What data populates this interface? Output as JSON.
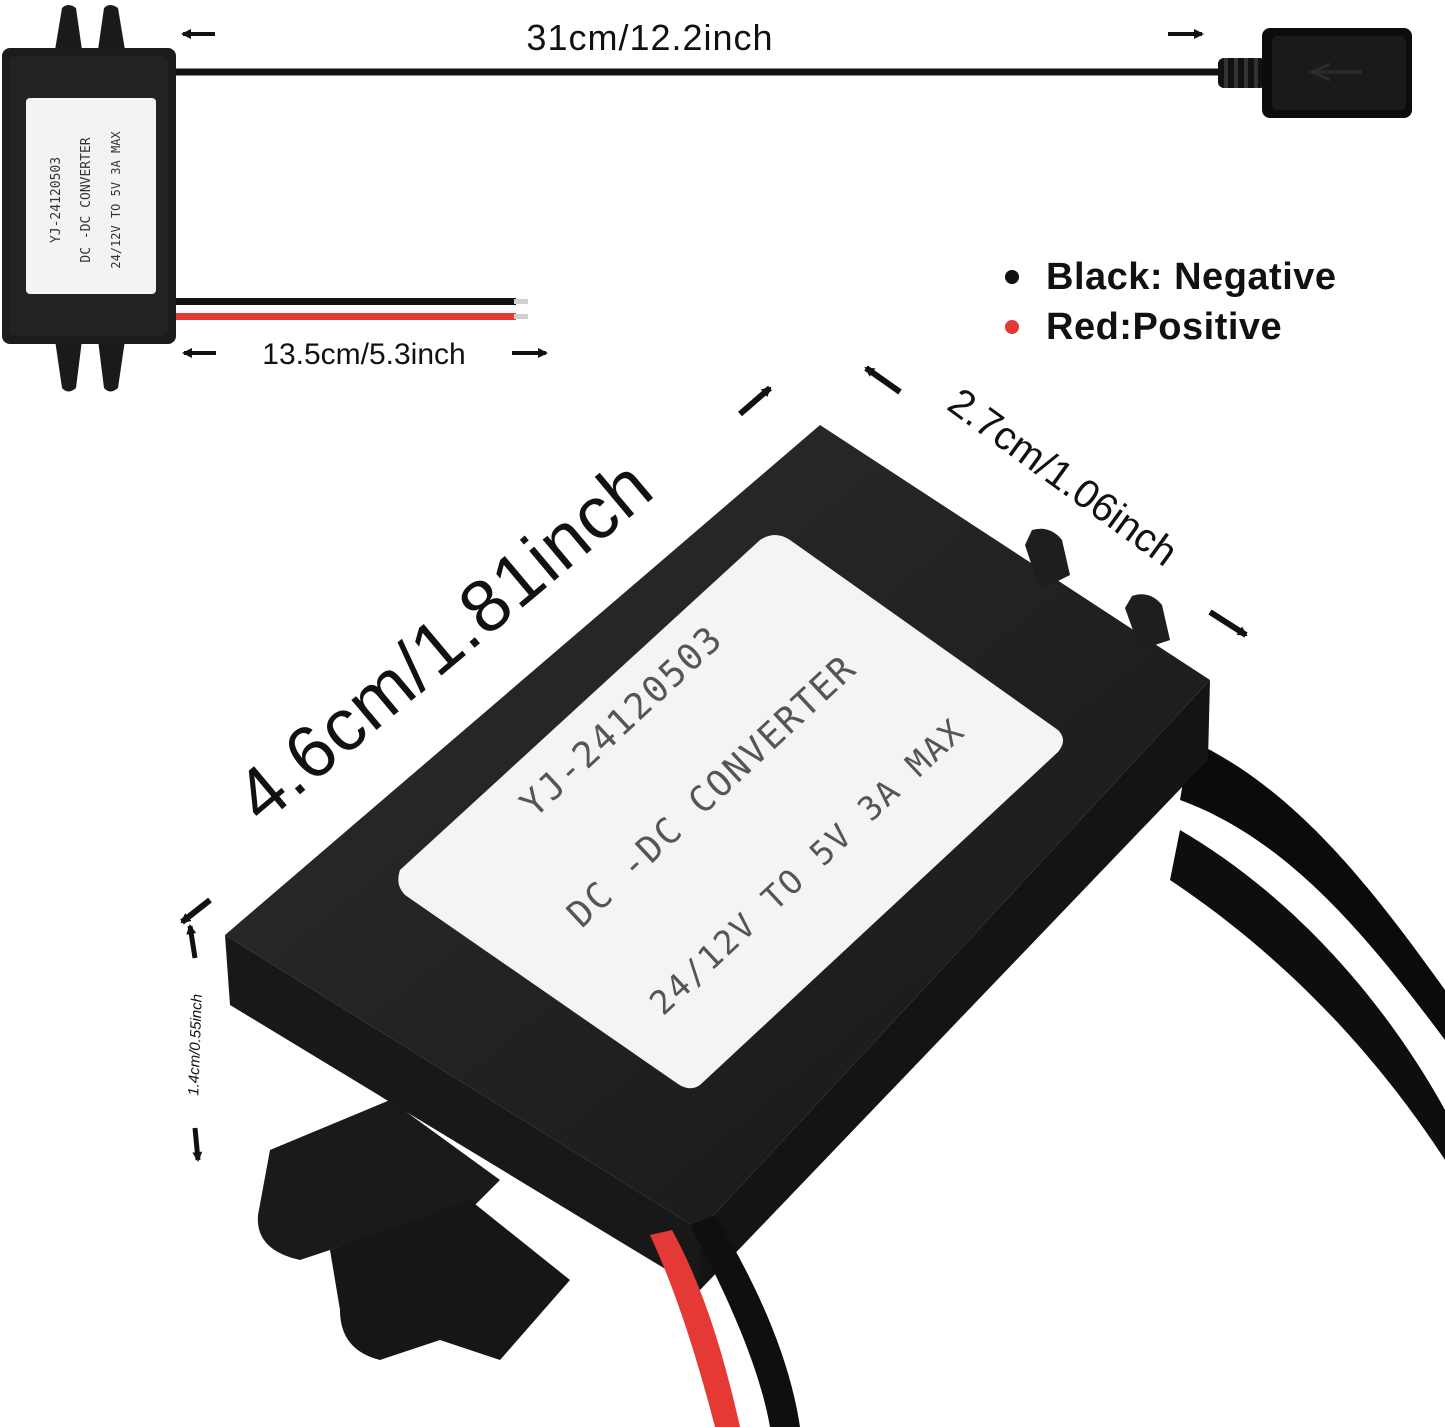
{
  "dimensions": {
    "cable_length": "31cm/12.2inch",
    "wire_length": "13.5cm/5.3inch",
    "module_length": "4.6cm/1.81inch",
    "module_width": "2.7cm/1.06inch",
    "module_height": "1.4cm/0.55inch"
  },
  "label": {
    "model": "YJ-24120503",
    "type": "DC -DC CONVERTER",
    "spec": "24/12V TO 5V 3A MAX"
  },
  "legend": {
    "items": [
      {
        "text": "Black: Negative",
        "color": "#111111"
      },
      {
        "text": "Red:Positive",
        "color": "#e53935"
      }
    ]
  },
  "colors": {
    "module_body": "#1b1b1b",
    "label_bg": "#f4f4f2",
    "wire_red": "#e53935",
    "wire_black": "#111111"
  },
  "icons": {
    "arrow": "arrow-icon",
    "usb_port": "usb-port-icon"
  }
}
